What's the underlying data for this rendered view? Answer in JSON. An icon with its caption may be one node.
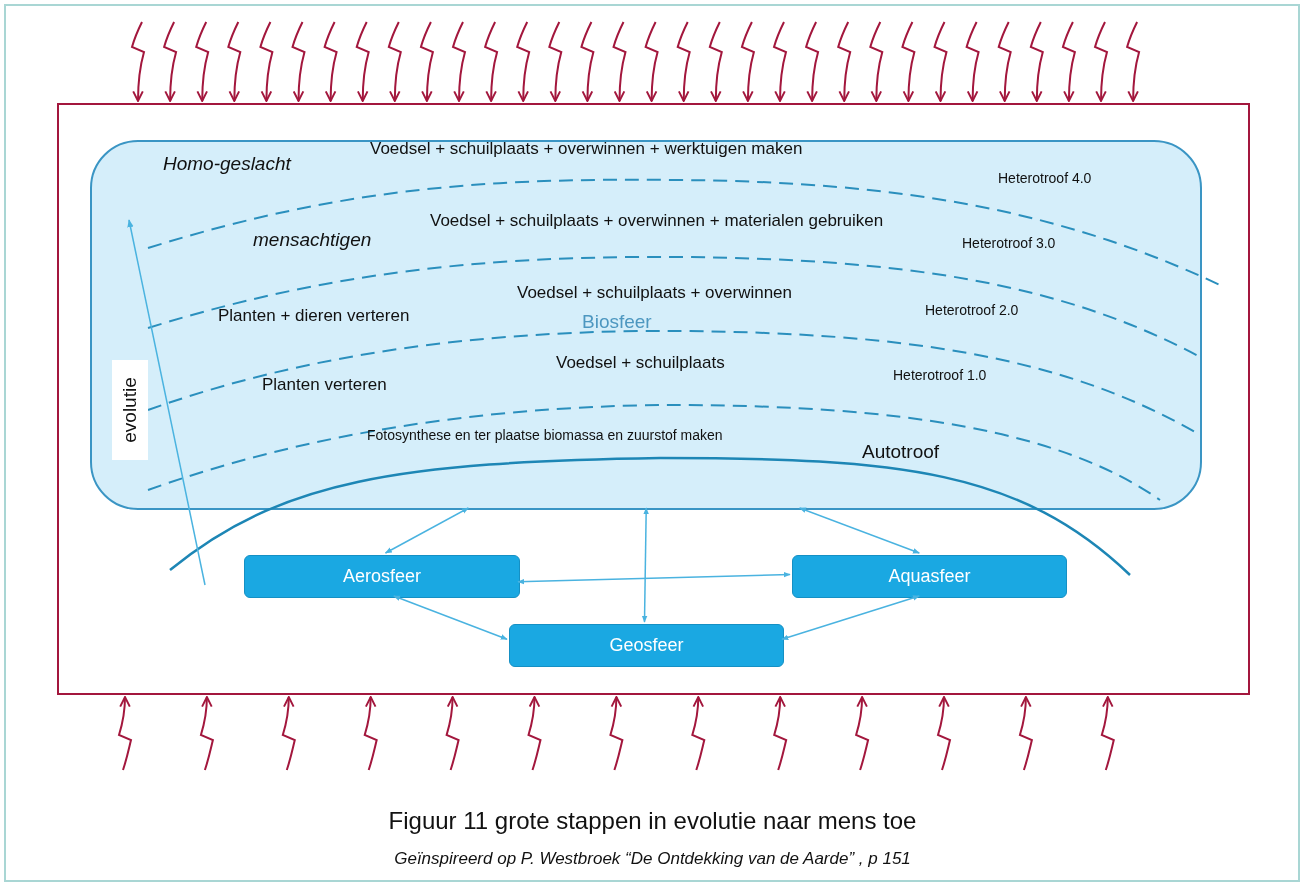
{
  "diagram": {
    "caption": "Figuur 11 grote stappen in evolutie naar mens toe",
    "nodes": [
      {
        "text": [],
        "shape": "box"
      },
      {
        "text": [
          "Biosfeer"
        ],
        "in": 0
      },
      {
        "text": [
          "Aerosfeer"
        ],
        "in": 0
      },
      {
        "text": [
          "Aquasfeer"
        ],
        "in": 0
      },
      {
        "text": [
          "Geosfeer"
        ],
        "in": 0
      }
    ],
    "edges": [
      {
        "from": 1,
        "to": 2,
        "arrow": "both",
        "color": "#4ab3e0"
      },
      {
        "from": 1,
        "to": 3,
        "arrow": "both",
        "color": "#4ab3e0"
      },
      {
        "from": 1,
        "to": 4,
        "arrow": "both",
        "color": "#4ab3e0"
      },
      {
        "from": 2,
        "to": 3,
        "arrow": "both",
        "color": "#4ab3e0"
      },
      {
        "from": 2,
        "to": 4,
        "arrow": "both",
        "color": "#4ab3e0"
      },
      {
        "from": 3,
        "to": 4,
        "arrow": "both",
        "color": "#4ab3e0"
      },
      {
        "from": null,
        "to": 0,
        "arrow": "to"
      },
      {
        "from": null,
        "to": 0,
        "arrow": "to"
      },
      {
        "from": null,
        "to": 0,
        "arrow": "to"
      },
      {
        "from": null,
        "to": 0,
        "arrow": "to"
      },
      {
        "from": null,
        "to": 0,
        "arrow": "to"
      },
      {
        "from": null,
        "to": 0,
        "arrow": "to"
      },
      {
        "from": null,
        "to": 0,
        "arrow": "to"
      },
      {
        "from": null,
        "to": 0,
        "arrow": "to"
      },
      {
        "from": null,
        "to": 0,
        "arrow": "to"
      },
      {
        "from": null,
        "to": 0,
        "arrow": "to"
      },
      {
        "from": null,
        "to": 0,
        "arrow": "to"
      },
      {
        "from": null,
        "to": 0,
        "arrow": "to"
      },
      {
        "from": null,
        "to": 0,
        "arrow": "to"
      },
      {
        "from": null,
        "to": 0,
        "arrow": "to"
      },
      {
        "from": null,
        "to": 0,
        "arrow": "to"
      },
      {
        "from": null,
        "to": 0,
        "arrow": "to"
      },
      {
        "from": null,
        "to": 0,
        "arrow": "to"
      },
      {
        "from": null,
        "to": 0,
        "arrow": "to"
      },
      {
        "from": null,
        "to": 0,
        "arrow": "to"
      },
      {
        "from": null,
        "to": 0,
        "arrow": "to"
      },
      {
        "from": null,
        "to": 0,
        "arrow": "to"
      },
      {
        "from": null,
        "to": 0,
        "arrow": "to"
      },
      {
        "from": null,
        "to": 0,
        "arrow": "to"
      },
      {
        "from": null,
        "to": 0,
        "arrow": "to"
      },
      {
        "from": null,
        "to": 0,
        "arrow": "to"
      },
      {
        "from": null,
        "to": 0,
        "arrow": "to"
      },
      {
        "from": null,
        "to": 0,
        "arrow": "to"
      },
      {
        "from": null,
        "to": 0,
        "arrow": "to"
      },
      {
        "from": null,
        "to": 0,
        "arrow": "to"
      },
      {
        "from": null,
        "to": 0,
        "arrow": "to"
      },
      {
        "from": null,
        "to": 0,
        "arrow": "to"
      },
      {
        "from": null,
        "to": 0,
        "arrow": "to"
      },
      {
        "from": null,
        "to": 0,
        "arrow": "to"
      },
      {
        "from": null,
        "to": 0,
        "arrow": "to"
      },
      {
        "from": null,
        "to": 0,
        "arrow": "to"
      },
      {
        "from": null,
        "to": 0,
        "arrow": "to"
      },
      {
        "from": null,
        "to": 0,
        "arrow": "to"
      },
      {
        "from": null,
        "to": 0,
        "arrow": "to"
      },
      {
        "from": null,
        "to": 0,
        "arrow": "to"
      },
      {
        "from": null,
        "to": 0,
        "arrow": "to"
      },
      {
        "from": null,
        "to": 0,
        "arrow": "to"
      },
      {
        "from": null,
        "to": 0,
        "arrow": "to"
      },
      {
        "from": null,
        "to": 0,
        "arrow": "to"
      },
      {
        "from": null,
        "to": 0,
        "arrow": "to"
      },
      {
        "from": null,
        "to": 0,
        "arrow": "to"
      }
    ],
    "labels": [
      "Homo-geslacht",
      "Voedsel + schuilplaats + overwinnen + werktuigen maken",
      "Heterotroof 4.0",
      "Voedsel + schuilplaats + overwinnen + materialen gebruiken",
      "mensachtigen",
      "Heterotroof 3.0",
      "Voedsel + schuilplaats + overwinnen",
      "Planten + dieren verteren",
      "Heterotroof 2.0",
      "Voedsel + schuilplaats",
      "Heterotroof 1.0",
      "Planten verteren",
      "evolutie",
      "Fotosynthese en ter plaatse biomassa en zuurstof maken",
      "Autotroof",
      "Geïnspireerd op P. Westbroek “De Ontdekking van de Aarde” , p 151"
    ]
  }
}
